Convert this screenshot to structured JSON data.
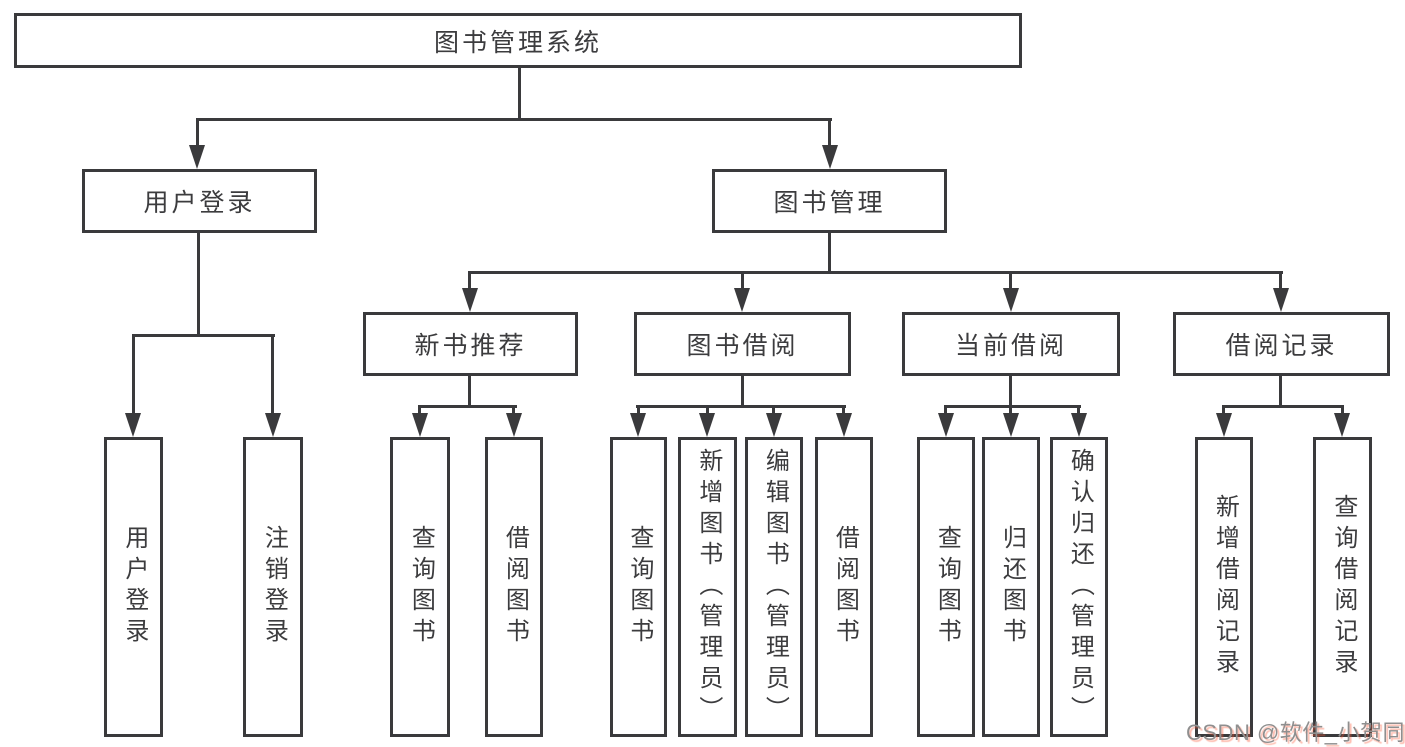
{
  "diagram": {
    "title_node": "图书管理系统",
    "level2": {
      "user_login": "用户登录",
      "book_mgmt": "图书管理"
    },
    "level3": {
      "new_book": "新书推荐",
      "book_borrow": "图书借阅",
      "current_borrow": "当前借阅",
      "borrow_record": "借阅记录"
    },
    "leaves": {
      "user_login_1": "用户登录",
      "user_login_2": "注销登录",
      "new_book_1": "查询图书",
      "new_book_2": "借阅图书",
      "book_borrow_1": "查询图书",
      "book_borrow_2": "新增图书（管理员）",
      "book_borrow_3": "编辑图书（管理员）",
      "book_borrow_4": "借阅图书",
      "current_borrow_1": "查询图书",
      "current_borrow_2": "归还图书",
      "current_borrow_3": "确认归还（管理员）",
      "borrow_record_1": "新增借阅记录",
      "borrow_record_2": "查询借阅记录"
    }
  },
  "watermark": "CSDN @软件_小贺同学",
  "colors": {
    "line": "#3a3a3c",
    "text": "#3c3c3e",
    "background": "#ffffff",
    "watermark_text": "#8f8f8f",
    "watermark_shadow": "#fc5531"
  }
}
